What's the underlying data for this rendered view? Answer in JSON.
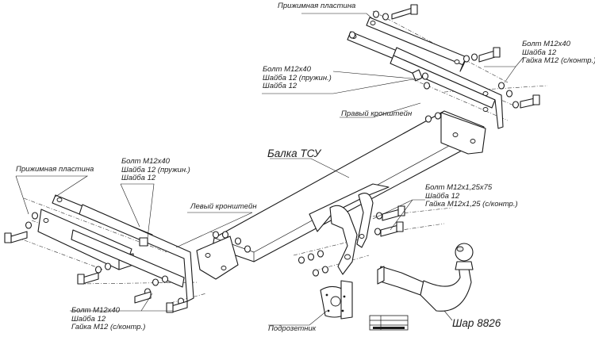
{
  "labels": {
    "right_clamp_plate": "Прижимная пластина",
    "right_bolt_group": [
      "Болт М12х40",
      "Шайба 12 (пружин.)",
      "Шайба 12"
    ],
    "right_nut_group": [
      "Болт М12х40",
      "Шайба 12",
      "Гайка М12 (с/контр.)"
    ],
    "right_bracket": "Правый кронштейн",
    "beam": "Балка ТСУ",
    "left_clamp_plate": "Прижимная пластина",
    "left_bolt_group": [
      "Болт М12х40",
      "Шайба 12 (пружин.)",
      "Шайба 12"
    ],
    "left_bracket": "Левый кронштейн",
    "center_bolt_group": [
      "Болт М12х1,25х75",
      "Шайба 12",
      "Гайка М12х1,25 (с/контр.)"
    ],
    "bottom_left_group": [
      "Болт М12х40",
      "Шайба 12",
      "Гайка М12 (с/контр.)"
    ],
    "socket_plate": "Подрозетник",
    "ball": "Шар 8826"
  }
}
